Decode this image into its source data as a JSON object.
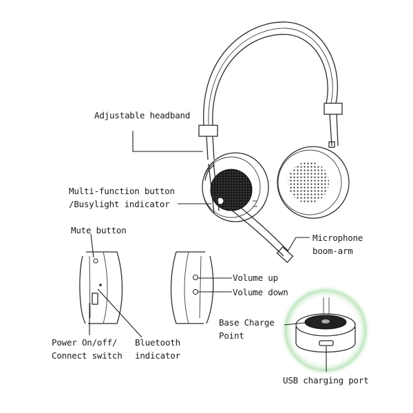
{
  "labels": {
    "headband": "Adjustable headband",
    "mfb_line1": "Multi-function button",
    "mfb_line2": "/Busylight indicator",
    "mute": "Mute button",
    "mic_line1": "Microphone",
    "mic_line2": "boom-arm",
    "volume_up": "Volume up",
    "volume_down": "Volume down",
    "base_line1": "Base Charge",
    "base_line2": "Point",
    "power_line1": "Power On/off/",
    "power_line2": "Connect switch",
    "bt_line1": "Bluetooth",
    "bt_line2": "indicator",
    "usb": "USB charging port"
  },
  "colors": {
    "line": "#2a2a2a",
    "speaker_mesh": "#1c1c1c",
    "base_glow": "#8fd18f"
  }
}
